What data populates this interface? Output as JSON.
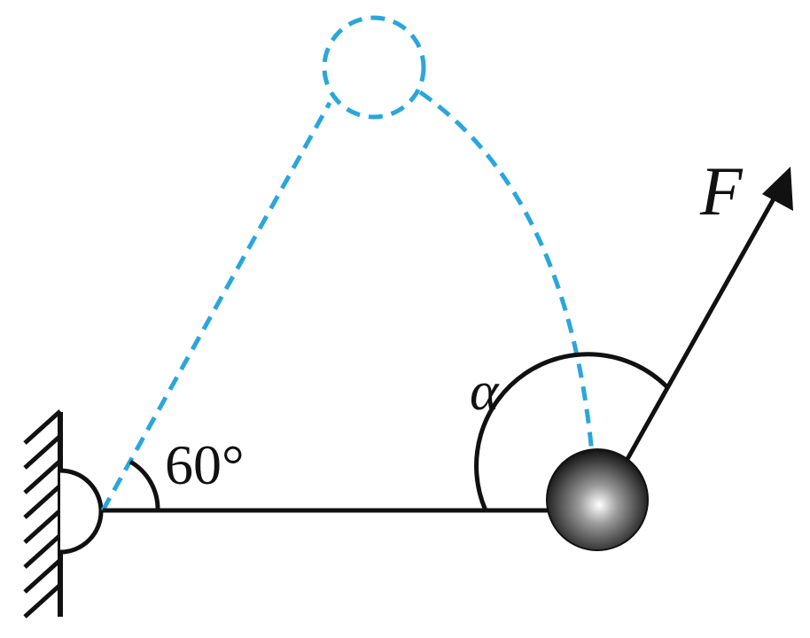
{
  "labels": {
    "angle_60": "60°",
    "angle_alpha": "α",
    "force": "F"
  },
  "colors": {
    "ink": "#111111",
    "dashed_path": "#2aa6dc",
    "ball_dark": "#111111",
    "ball_light": "#ffffff"
  }
}
